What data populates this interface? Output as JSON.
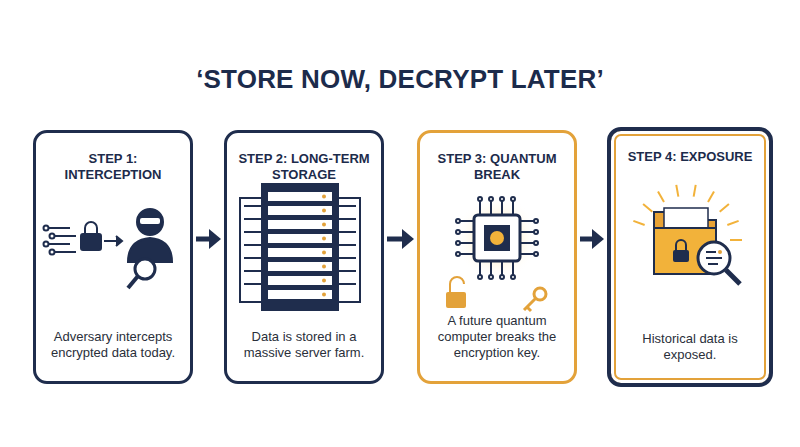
{
  "diagram": {
    "title": "‘STORE NOW, DECRYPT LATER’",
    "nodes": [
      {
        "text": [
          "STEP 1: INTERCEPTION",
          "Adversary intercepts encrypted data today."
        ]
      },
      {
        "text": [
          "STEP 2: LONG-TERM STORAGE",
          "Data is stored in a massive server farm."
        ]
      },
      {
        "text": [
          "STEP 3: QUANTUM BREAK",
          "A future quantum computer breaks the encryption key."
        ]
      },
      {
        "text": [
          "STEP 4: EXPOSURE",
          "Historical data is exposed."
        ]
      }
    ],
    "edges": [
      {
        "from": 0,
        "to": 1,
        "arrow": "to"
      },
      {
        "from": 1,
        "to": 2,
        "arrow": "to"
      },
      {
        "from": 2,
        "to": 3,
        "arrow": "to"
      }
    ]
  }
}
